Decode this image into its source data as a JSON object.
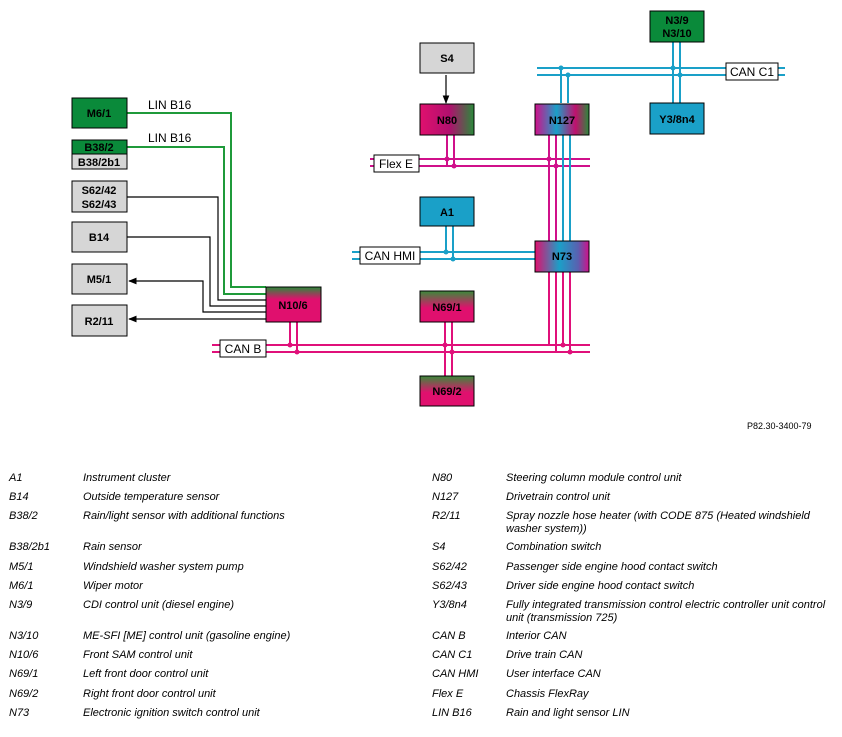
{
  "colors": {
    "can_b": "#e0107a",
    "can_c1": "#1aa0c8",
    "can_hmi": "#1aa0c8",
    "flex_e": "#d0108a",
    "lin": "#1f9a3a",
    "wire": "#000000",
    "grey_box": "#d6d6d6",
    "green_box": "#0a8a3a",
    "cyan_box": "#1aa0c8",
    "magenta_box": "#e0106e"
  },
  "diagram": {
    "boxes": {
      "s4": "S4",
      "n80": "N80",
      "n127": "N127",
      "n3_9": "N3/9",
      "n3_10": "N3/10",
      "y3_8n4": "Y3/8n4",
      "a1": "A1",
      "n73": "N73",
      "m6_1": "M6/1",
      "b38_2": "B38/2",
      "b38_2b1": "B38/2b1",
      "s62_42": "S62/42",
      "s62_43": "S62/43",
      "b14": "B14",
      "m5_1": "M5/1",
      "r2_11": "R2/11",
      "n10_6": "N10/6",
      "n69_1": "N69/1",
      "n69_2": "N69/2"
    },
    "bus_labels": {
      "can_c1": "CAN C1",
      "flex_e": "Flex E",
      "can_hmi": "CAN HMI",
      "can_b": "CAN B",
      "lin_1": "LIN B16",
      "lin_2": "LIN B16"
    }
  },
  "reference": "P82.30-3400-79",
  "legend_left": [
    {
      "code": "A1",
      "desc": "Instrument cluster"
    },
    {
      "code": "B14",
      "desc": "Outside temperature sensor"
    },
    {
      "code": "B38/2",
      "desc": "Rain/light sensor with additional functions"
    },
    {
      "code": "B38/2b1",
      "desc": "Rain sensor"
    },
    {
      "code": "M5/1",
      "desc": "Windshield washer system pump"
    },
    {
      "code": "M6/1",
      "desc": "Wiper motor"
    },
    {
      "code": "N3/9",
      "desc": "CDI control unit (diesel engine)"
    },
    {
      "code": "N3/10",
      "desc": "ME-SFI [ME] control unit (gasoline engine)"
    },
    {
      "code": "N10/6",
      "desc": "Front SAM control unit"
    },
    {
      "code": "N69/1",
      "desc": "Left front door control unit"
    },
    {
      "code": "N69/2",
      "desc": "Right front door control unit"
    },
    {
      "code": "N73",
      "desc": "Electronic ignition switch control unit"
    }
  ],
  "legend_right": [
    {
      "code": "N80",
      "desc": "Steering column module control unit"
    },
    {
      "code": "N127",
      "desc": "Drivetrain control unit"
    },
    {
      "code": "R2/11",
      "desc": "Spray nozzle hose heater (with CODE 875 (Heated windshield washer system))"
    },
    {
      "code": "S4",
      "desc": "Combination switch"
    },
    {
      "code": "S62/42",
      "desc": "Passenger side engine hood contact switch"
    },
    {
      "code": "S62/43",
      "desc": "Driver side engine hood contact switch"
    },
    {
      "code": "Y3/8n4",
      "desc": "Fully integrated transmission control electric controller unit control unit (transmission 725)"
    },
    {
      "code": "CAN B",
      "desc": "Interior CAN"
    },
    {
      "code": "CAN C1",
      "desc": "Drive train CAN"
    },
    {
      "code": "CAN HMI",
      "desc": "User interface CAN"
    },
    {
      "code": "Flex E",
      "desc": "Chassis FlexRay"
    },
    {
      "code": "LIN B16",
      "desc": "Rain and light sensor LIN"
    }
  ]
}
